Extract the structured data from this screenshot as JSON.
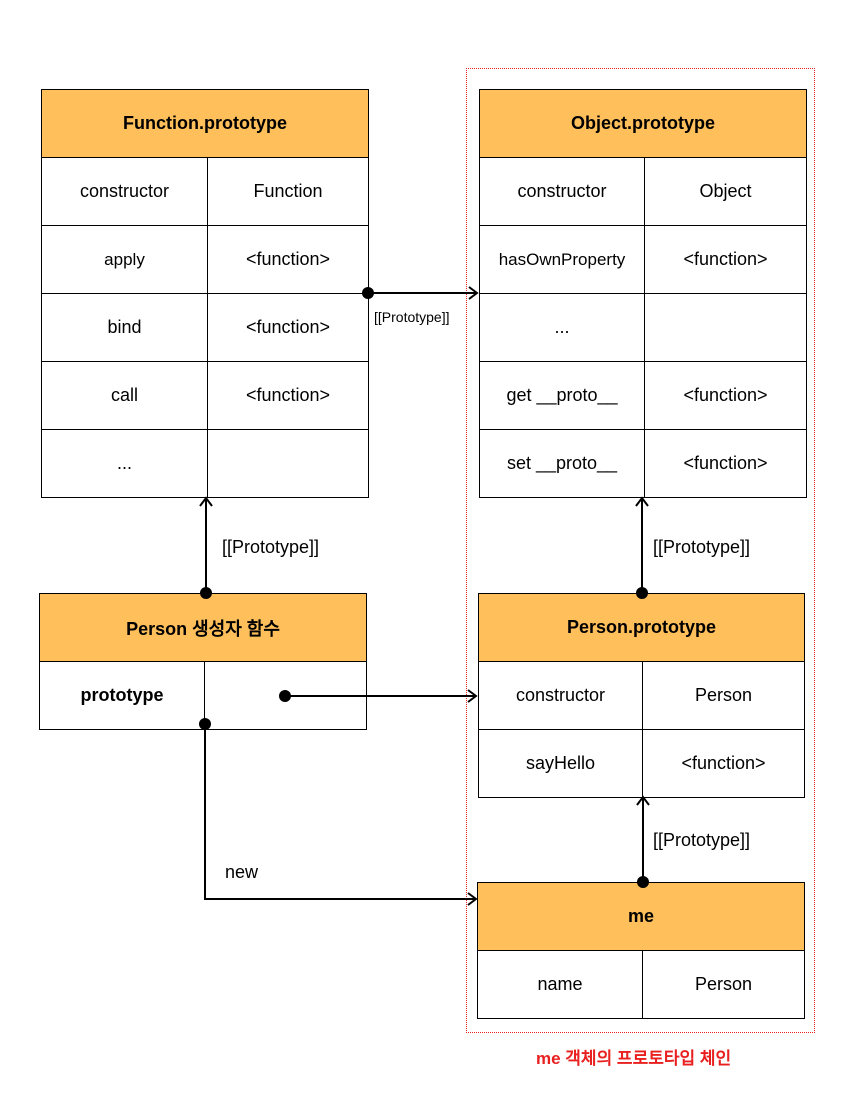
{
  "function_prototype": {
    "title": "Function.prototype",
    "rows": [
      {
        "key": "constructor",
        "value": "Function"
      },
      {
        "key": "apply",
        "value": "<function>"
      },
      {
        "key": "bind",
        "value": "<function>"
      },
      {
        "key": "call",
        "value": "<function>"
      },
      {
        "key": "...",
        "value": ""
      }
    ]
  },
  "object_prototype": {
    "title": "Object.prototype",
    "rows": [
      {
        "key": "constructor",
        "value": "Object"
      },
      {
        "key": "hasOwnProperty",
        "value": "<function>"
      },
      {
        "key": "...",
        "value": ""
      },
      {
        "key": "get __proto__",
        "value": "<function>"
      },
      {
        "key": "set __proto__",
        "value": "<function>"
      }
    ]
  },
  "person_constructor": {
    "title": "Person 생성자 함수",
    "rows": [
      {
        "key": "prototype",
        "value": ""
      }
    ]
  },
  "person_prototype": {
    "title": "Person.prototype",
    "rows": [
      {
        "key": "constructor",
        "value": "Person"
      },
      {
        "key": "sayHello",
        "value": "<function>"
      }
    ]
  },
  "me": {
    "title": "me",
    "rows": [
      {
        "key": "name",
        "value": "Person"
      }
    ]
  },
  "labels": {
    "func_to_object": "[[Prototype]]",
    "person_ctor_to_func": "[[Prototype]]",
    "person_proto_to_object": "[[Prototype]]",
    "me_to_person_proto": "[[Prototype]]",
    "new": "new"
  },
  "caption": "me 객체의 프로토타입 체인",
  "colors": {
    "header_fill": "#ffc05c",
    "chain_border": "#e8201f",
    "caption": "#e8201f"
  }
}
